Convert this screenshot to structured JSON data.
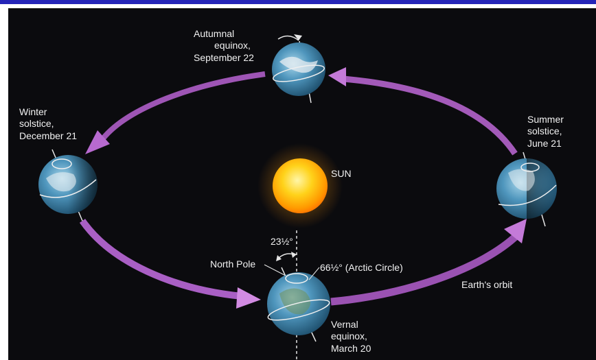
{
  "diagram": {
    "sun_label": "SUN",
    "orbit_label": "Earth's orbit",
    "tilt_label": "23½°",
    "north_pole_label": "North Pole",
    "arctic_circle_label": "66½° (Arctic Circle)",
    "positions": {
      "autumnal": {
        "line1": "Autumnal",
        "line2": "equinox,",
        "line3": "September 22"
      },
      "winter": {
        "line1": "Winter",
        "line2": "solstice,",
        "line3": "December 21"
      },
      "summer": {
        "line1": "Summer",
        "line2": "solstice,",
        "line3": "June 21"
      },
      "vernal": {
        "line1": "Vernal",
        "line2": "equinox,",
        "line3": "March 20"
      }
    }
  },
  "colors": {
    "background": "#0b0b0e",
    "frame_accent": "#2424b8",
    "orbit_arrow": "#b86ad0",
    "sun": "#ffb400",
    "earth_ocean": "#2f6f9a"
  }
}
